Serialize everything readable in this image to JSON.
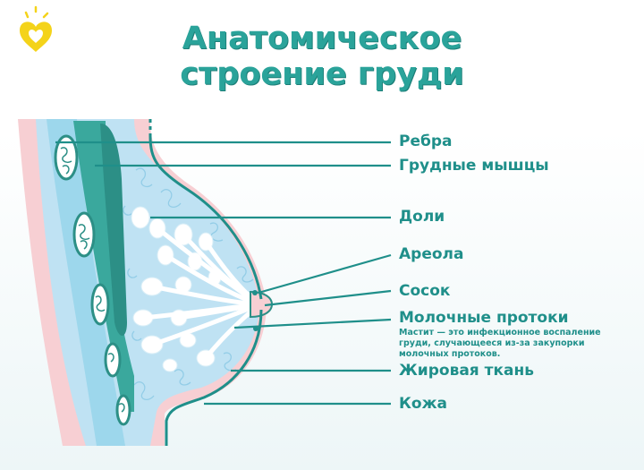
{
  "title": {
    "line1": "Анатомическое",
    "line2": "строение груди"
  },
  "labels": {
    "ribs": "Ребра",
    "pectoral_muscles": "Грудные мышцы",
    "lobes": "Доли",
    "areola": "Ареола",
    "nipple": "Сосок",
    "milk_ducts": "Молочные протоки",
    "fat_tissue": "Жировая ткань",
    "skin": "Кожа"
  },
  "note": "Мастит — это инфекционное воспаление груди, случающееся из-за закупорки молочных протоков.",
  "colors": {
    "accent": "#2aa39a",
    "label_text": "#1f8f8a",
    "skin_pink": "#f7cfd3",
    "fat_blue": "#bfe2f3",
    "muscle_teal": "#3aa89d",
    "lobe_white": "#ffffff",
    "logo_yellow": "#f4d31a"
  }
}
